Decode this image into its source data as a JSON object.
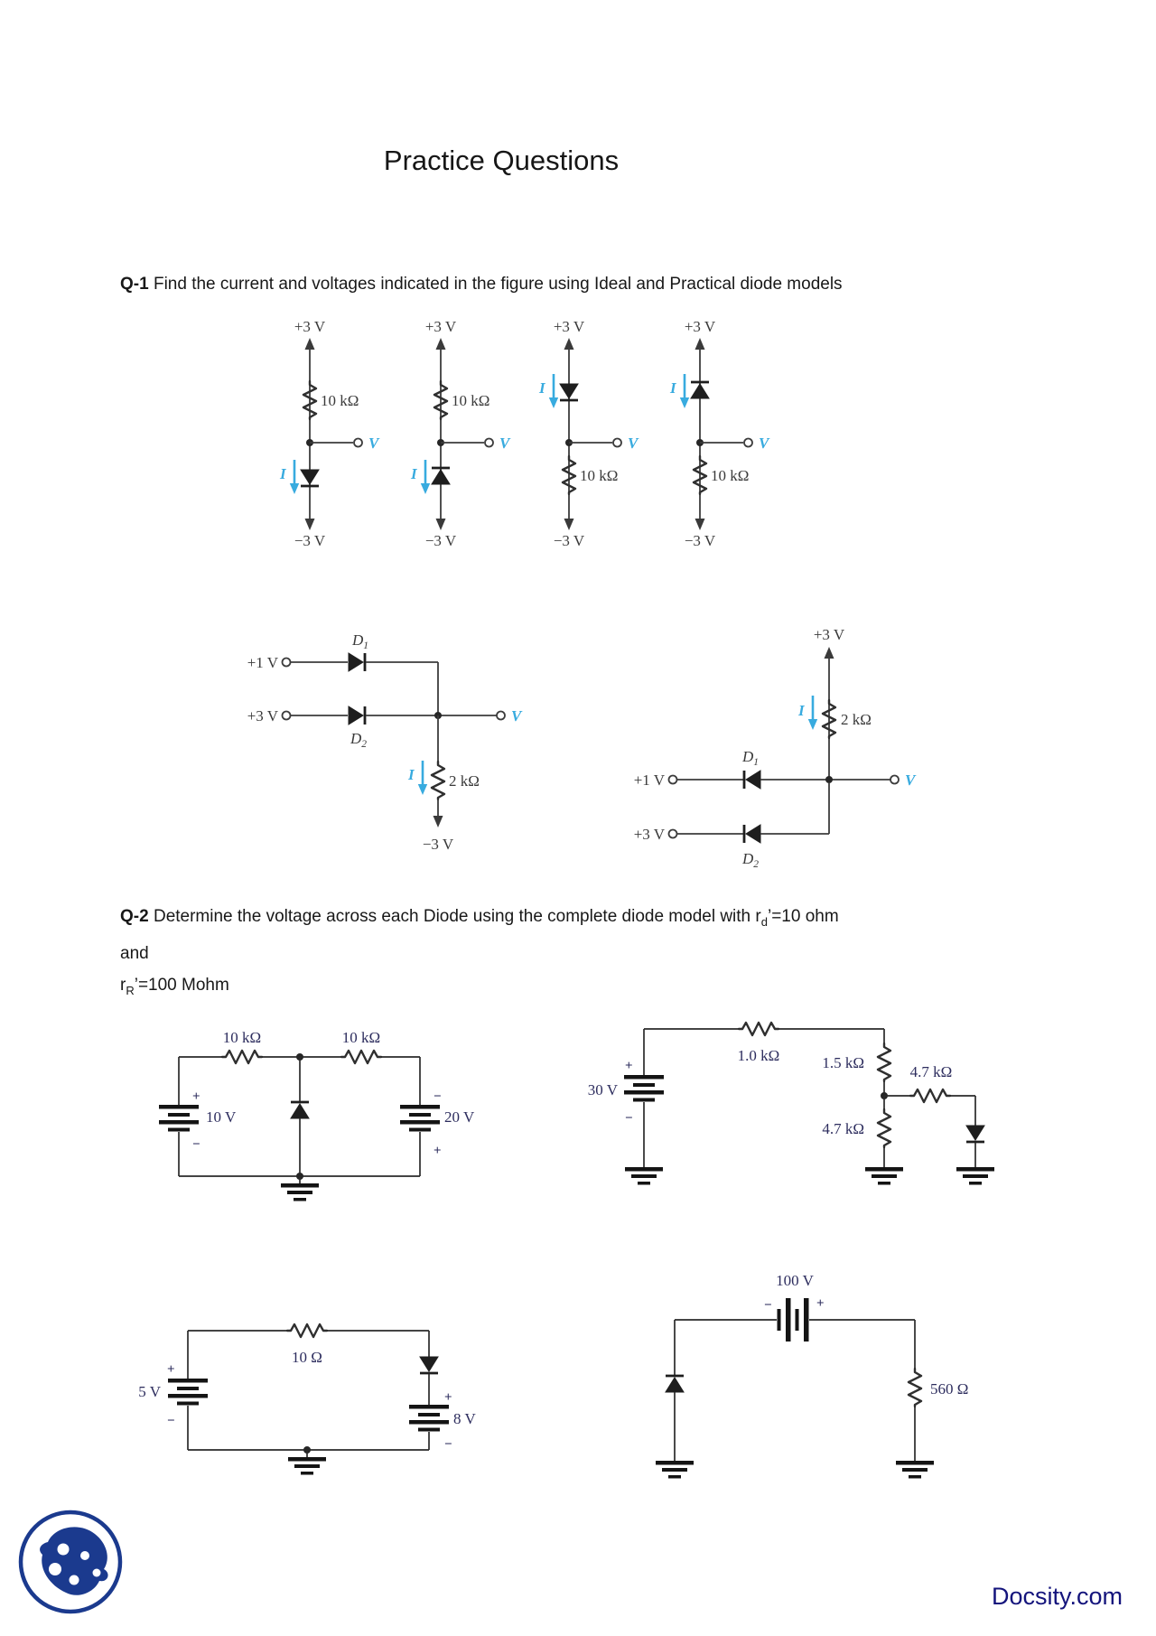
{
  "page": {
    "title": "Practice Questions",
    "footer_brand": "Docsity.com"
  },
  "q1": {
    "label": "Q-1",
    "text": "Find the current and voltages indicated in the figure using Ideal and Practical diode models"
  },
  "q2": {
    "label": "Q-2",
    "t1": "Determine the voltage across each Diode using the complete diode model with r",
    "sub1": "d",
    "t2": "’=10 ohm and",
    "r2": "r",
    "sub2": "R",
    "t3": "’=100 Mohm"
  },
  "fig1": {
    "circuits": [
      {
        "top": "+3 V",
        "res": "10 kΩ",
        "out": "V",
        "cur": "I",
        "bottom": "−3 V"
      },
      {
        "top": "+3 V",
        "res": "10 kΩ",
        "out": "V",
        "cur": "I",
        "bottom": "−3 V"
      },
      {
        "top": "+3 V",
        "res": "10 kΩ",
        "out": "V",
        "cur": "I",
        "bottom": "−3 V"
      },
      {
        "top": "+3 V",
        "res": "10 kΩ",
        "out": "V",
        "cur": "I",
        "bottom": "−3 V"
      }
    ]
  },
  "fig2": {
    "left": {
      "d1": "D",
      "d1sub": "1",
      "in1": "+1 V",
      "in2": "+3 V",
      "d2": "D",
      "d2sub": "2",
      "out": "V",
      "res": "2 kΩ",
      "cur": "I",
      "bottom": "−3 V"
    },
    "right": {
      "top": "+3 V",
      "res": "2 kΩ",
      "cur": "I",
      "d1": "D",
      "d1sub": "1",
      "in1": "+1 V",
      "in2": "+3 V",
      "d2": "D",
      "d2sub": "2",
      "out": "V"
    }
  },
  "fig3": {
    "left": {
      "r1": "10 kΩ",
      "r2": "10 kΩ",
      "v1": "10 V",
      "v2": "20 V",
      "plus": "+",
      "minus": "−"
    },
    "right": {
      "src": "30 V",
      "r1": "1.0 kΩ",
      "r2": "1.5 kΩ",
      "r3": "4.7 kΩ",
      "r4": "4.7 kΩ",
      "plus": "+",
      "minus": "−"
    }
  },
  "fig4": {
    "left": {
      "src": "5 V",
      "r1": "10 Ω",
      "v2": "8 V",
      "plus": "+",
      "minus": "−"
    },
    "right": {
      "src": "100 V",
      "r1": "560 Ω",
      "plus": "+",
      "minus": "−"
    }
  }
}
